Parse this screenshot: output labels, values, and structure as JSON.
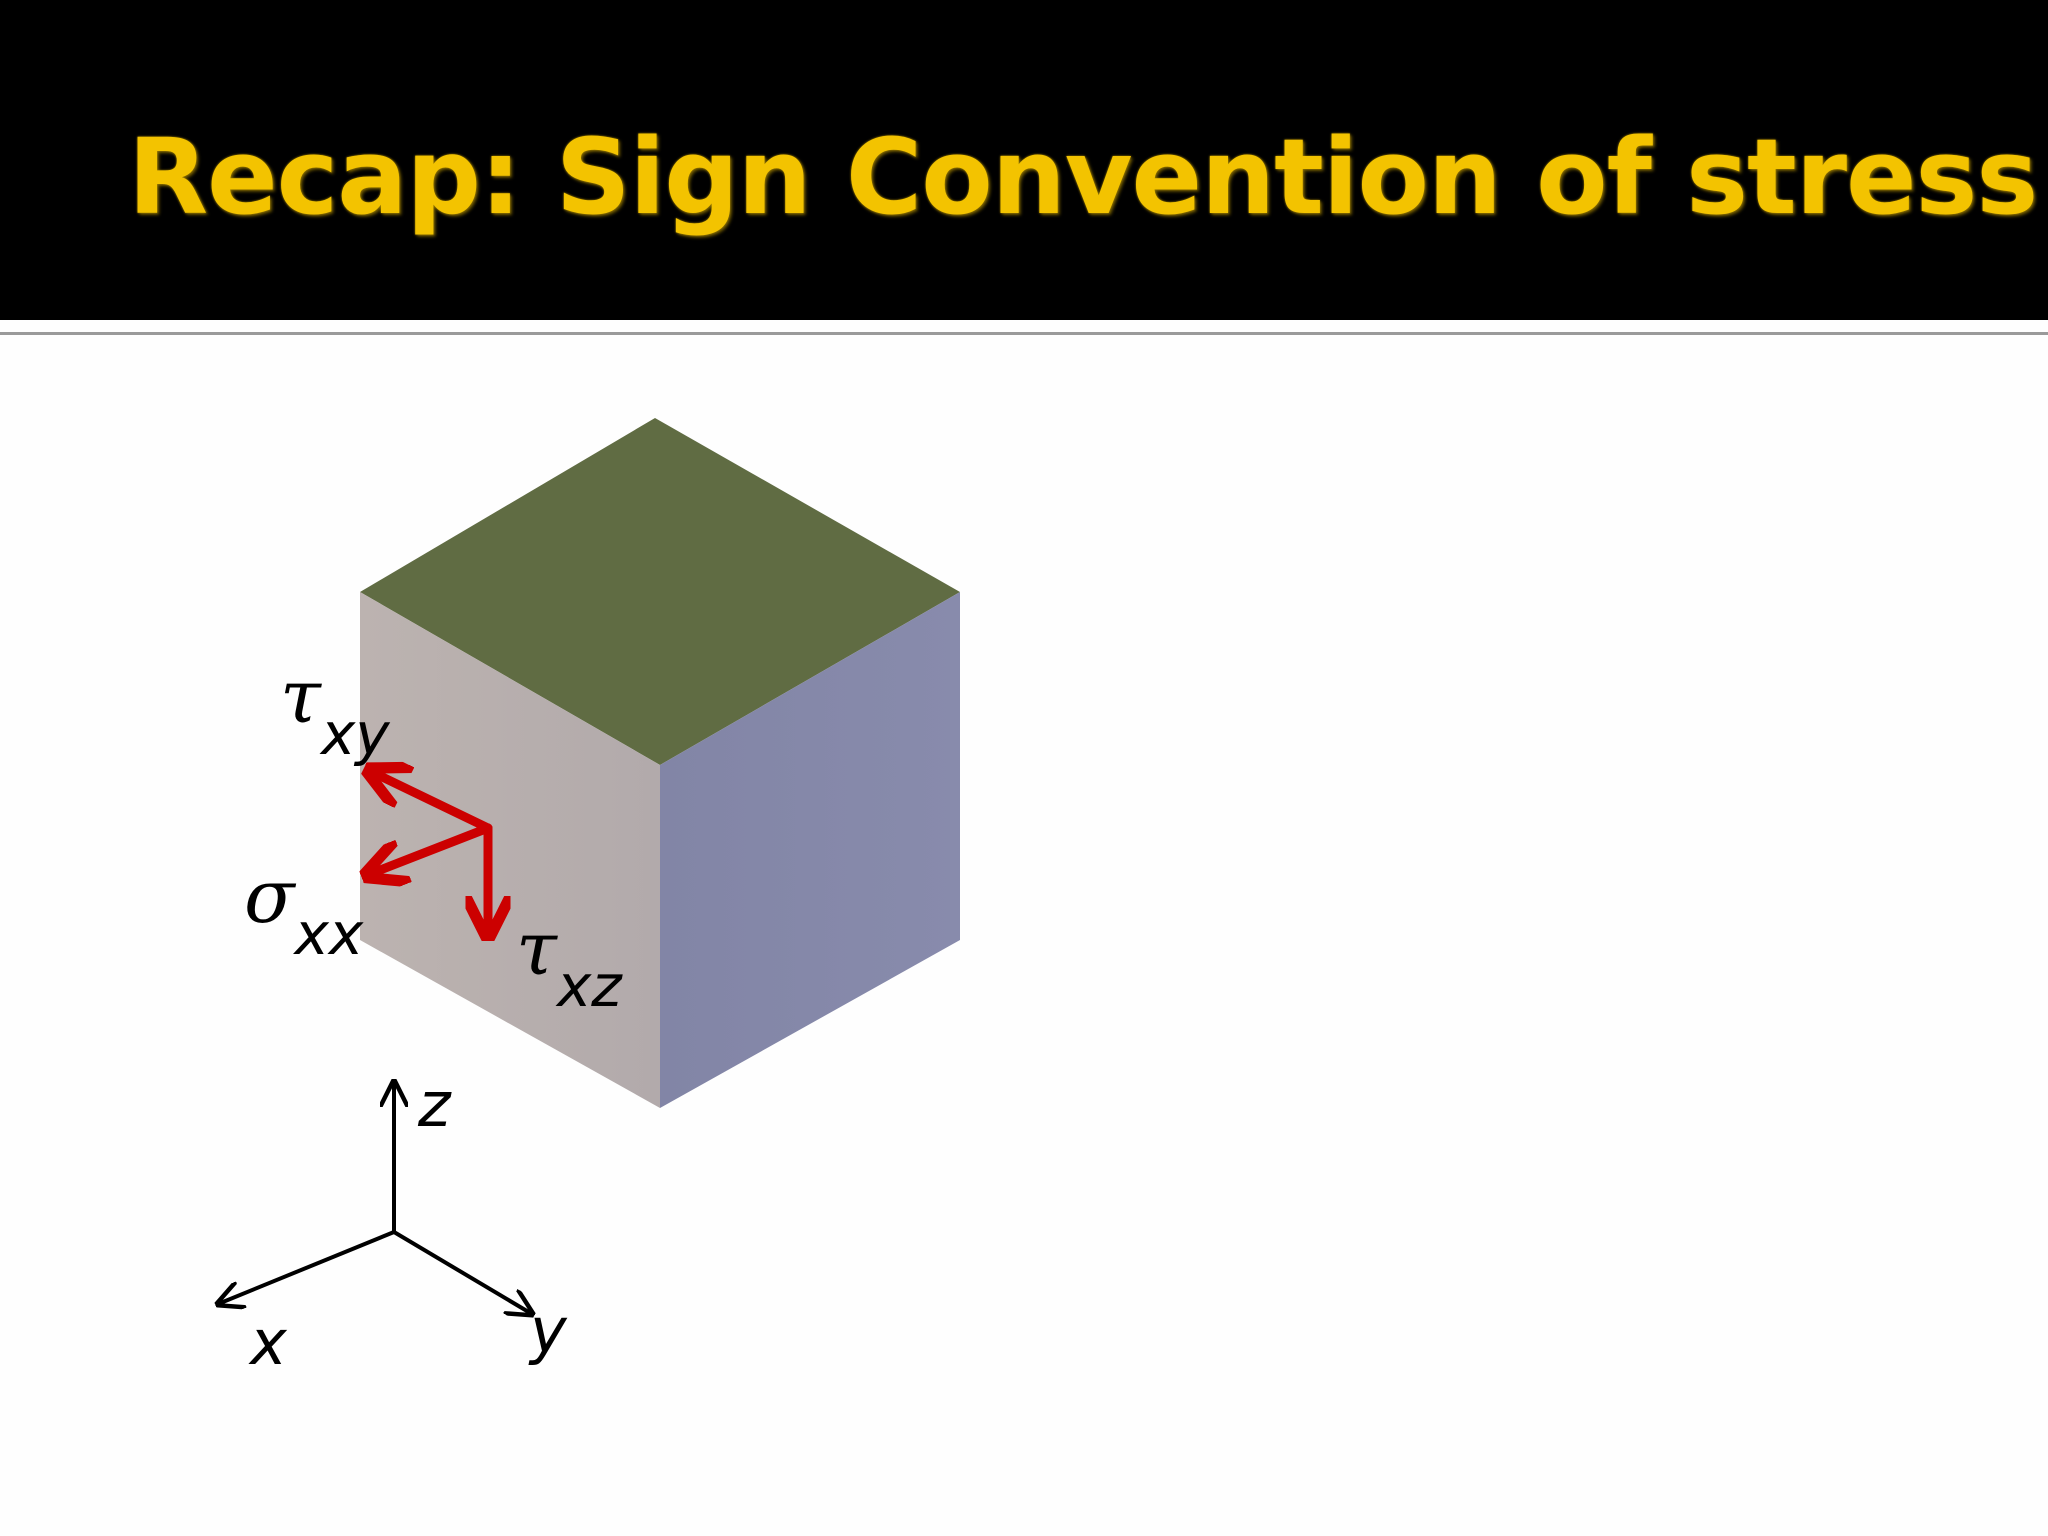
{
  "slide": {
    "title": "Recap: Sign Convention of stress"
  },
  "diagram": {
    "stress_labels": {
      "tau_xy": {
        "symbol": "τ",
        "subscript": "xy"
      },
      "sigma_xx": {
        "symbol": "σ",
        "subscript": "xx"
      },
      "tau_xz": {
        "symbol": "τ",
        "subscript": "xz"
      }
    },
    "axes": {
      "z_label": "z",
      "x_label": "x",
      "y_label": "y"
    },
    "colors": {
      "title_text": "#f3c300",
      "title_background": "#000000",
      "cube_top": "#606c43",
      "cube_front": "#b8b0ad",
      "cube_side": "#8487a8",
      "stress_arrows": "#cc0000"
    }
  }
}
